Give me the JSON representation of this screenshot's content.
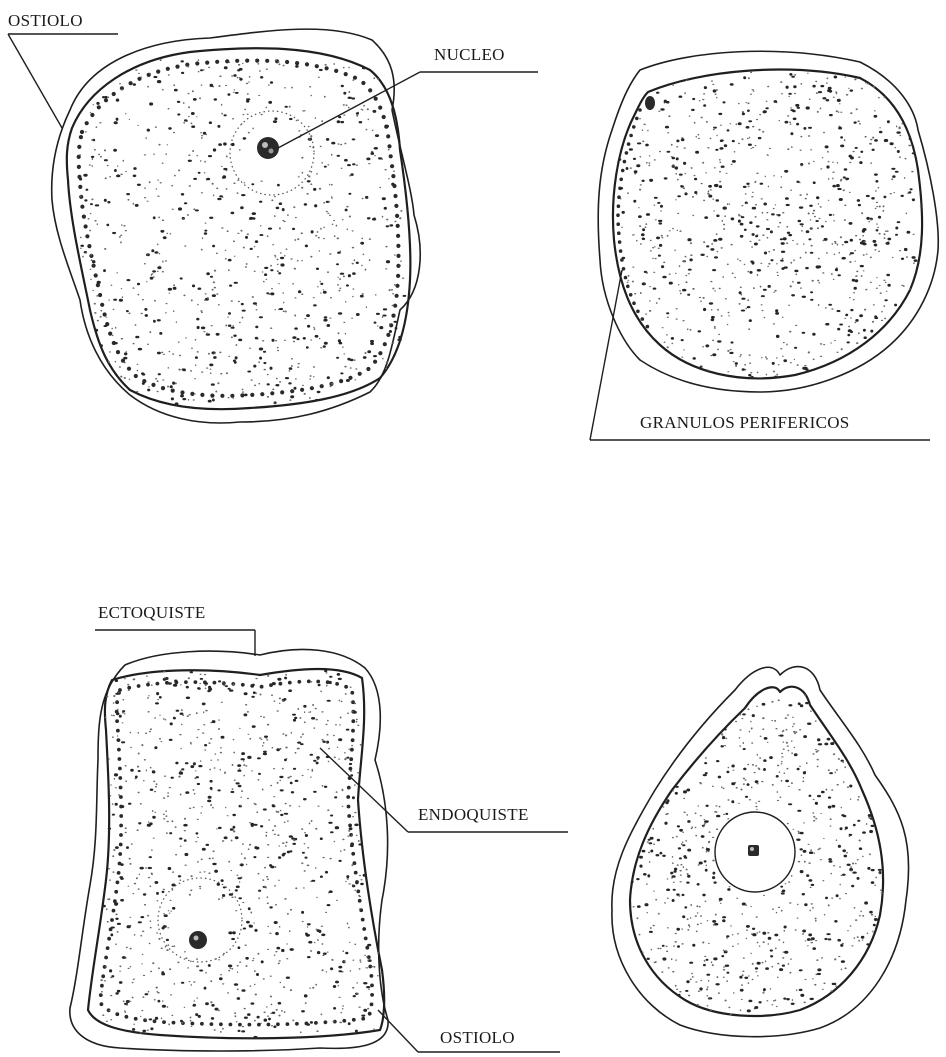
{
  "labels": {
    "ostiolo_top": "OSTIOLO",
    "nucleo": "NUCLEO",
    "granulos": "GRANULOS PERIFERICOS",
    "ectoquiste": "ECTOQUISTE",
    "endoquiste": "ENDOQUISTE",
    "ostiolo_bottom": "OSTIOLO"
  },
  "colors": {
    "ink": "#1f1f1f",
    "paper": "#ffffff"
  }
}
